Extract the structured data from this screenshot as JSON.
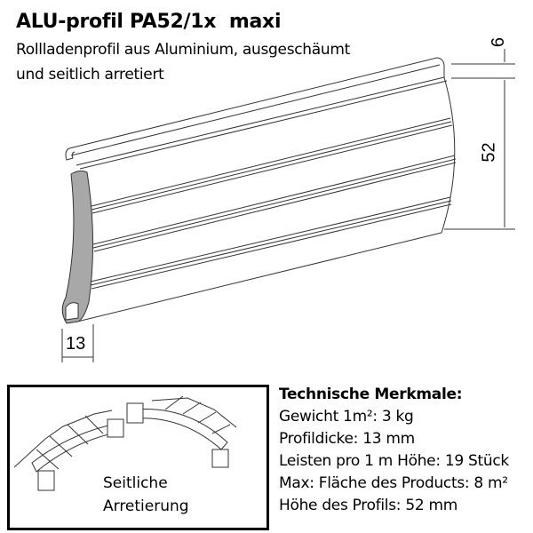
{
  "header": {
    "title": "ALU-profil PA52/1x  maxi",
    "subtitle_line1": "Rollladenprofil aus Aluminium, ausgeschäumt",
    "subtitle_line2": "und seitlich arretiert"
  },
  "drawing": {
    "dim_top": "6",
    "dim_height": "52",
    "dim_thickness": "13"
  },
  "lock_box": {
    "caption_line1": "Seitliche",
    "caption_line2": "Arretierung"
  },
  "specs": {
    "heading": "Technische Merkmale:",
    "items": [
      "Gewicht 1m²: 3 kg",
      "Profildicke: 13 mm",
      "Leisten pro 1 m Höhe: 19 Stück",
      "Max: Fläche des Products: 8 m²",
      "Höhe des Profils: 52 mm"
    ]
  },
  "colors": {
    "profile_end": "#a8a8a8",
    "line": "#333333"
  }
}
